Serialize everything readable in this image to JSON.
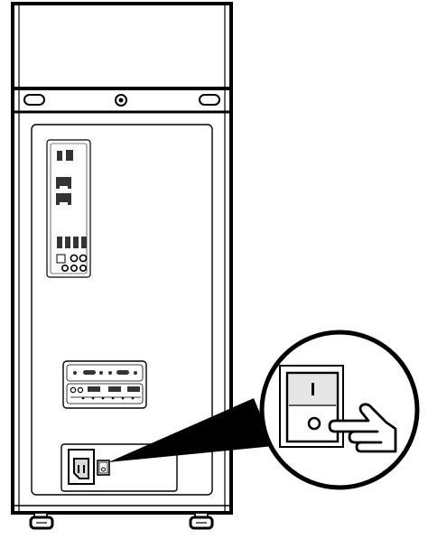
{
  "figure": {
    "description_icons": [
      "pc-tower-rear-view",
      "io-panel",
      "usb-port-icon",
      "ethernet-port-icon",
      "audio-jack-icon",
      "front-io-card",
      "power-inlet-icon",
      "power-switch-icon",
      "magnifier-callout",
      "pointing-hand-icon",
      "caster-wheel-icon"
    ],
    "switch_state_marks": {
      "on": "I",
      "off": "O"
    },
    "colors": {
      "line": "#000000",
      "fill": "#ffffff",
      "shade": "#d9d9d9",
      "port": "#333333"
    }
  }
}
